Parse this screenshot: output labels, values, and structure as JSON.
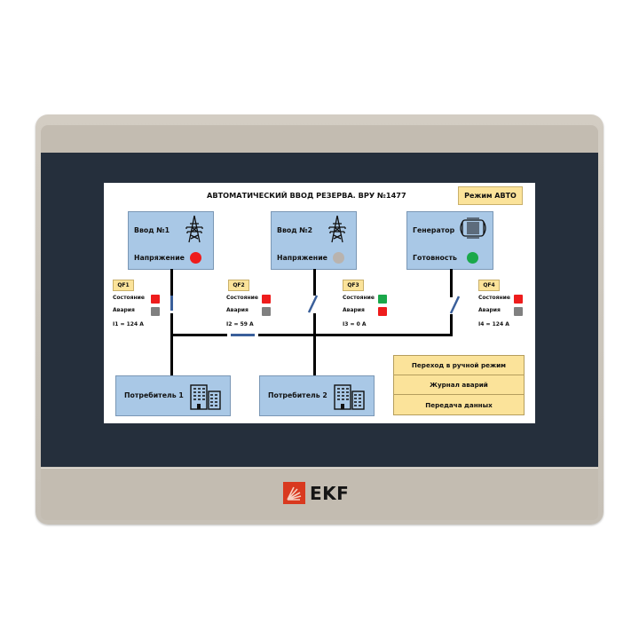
{
  "device": {
    "brand": "EKF",
    "colors": {
      "housing": "#c6c0b6",
      "panel": "#252f3c",
      "logo_red": "#d9391f"
    }
  },
  "screen": {
    "title": "АВТОМАТИЧЕСКИЙ ВВОД РЕЗЕРВА. ВРУ №1477",
    "mode_button": "Режим АВТО",
    "sources": [
      {
        "name": "Ввод №1",
        "status_label": "Напряжение",
        "status_color": "#ee1c1c",
        "icon": "power-tower-icon"
      },
      {
        "name": "Ввод №2",
        "status_label": "Напряжение",
        "status_color": "#b9b3ae",
        "icon": "power-tower-icon"
      },
      {
        "name": "Генератор",
        "status_label": "Готовность",
        "status_color": "#1aa84a",
        "icon": "generator-icon"
      }
    ],
    "breakers": [
      {
        "tag": "QF1",
        "state_label": "Состояние",
        "state_color": "#ee1c1c",
        "alarm_label": "Авария",
        "alarm_color": "#808080",
        "current": "I1 = 124 A"
      },
      {
        "tag": "QF2",
        "state_label": "Состояние",
        "state_color": "#ee1c1c",
        "alarm_label": "Авария",
        "alarm_color": "#808080",
        "current": "I2 = 59 A"
      },
      {
        "tag": "QF3",
        "state_label": "Состояние",
        "state_color": "#1aa84a",
        "alarm_label": "Авария",
        "alarm_color": "#ee1c1c",
        "current": "I3 = 0 A"
      },
      {
        "tag": "QF4",
        "state_label": "Состояние",
        "state_color": "#ee1c1c",
        "alarm_label": "Авария",
        "alarm_color": "#808080",
        "current": "I4 = 124 A"
      }
    ],
    "consumers": [
      {
        "name": "Потребитель 1",
        "icon": "building-icon"
      },
      {
        "name": "Потребитель 2",
        "icon": "building-icon"
      }
    ],
    "menu": [
      {
        "label": "Переход в ручной режим"
      },
      {
        "label": "Журнал аварий"
      },
      {
        "label": "Передача данных"
      }
    ]
  }
}
